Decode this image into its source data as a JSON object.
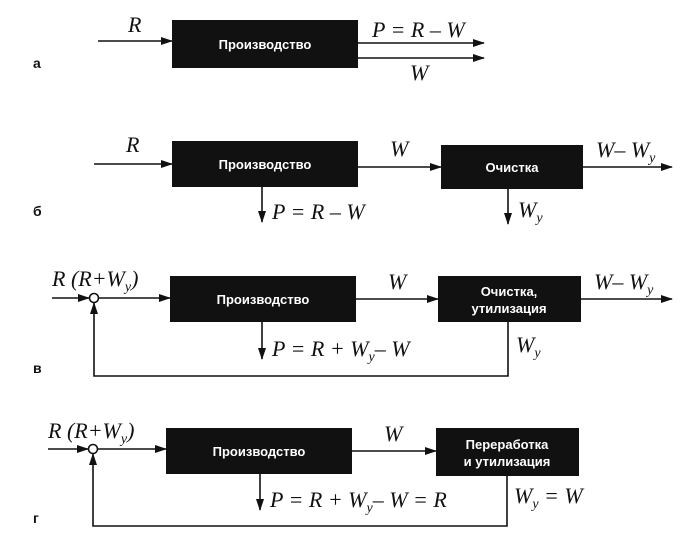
{
  "colors": {
    "box_fill": "#111111",
    "box_text": "#ffffff",
    "line": "#111111",
    "background": "#ffffff"
  },
  "boxes": {
    "production": "Производство",
    "cleaning": "Очистка",
    "cleaning_util_1": "Очистка,",
    "cleaning_util_2": "утилизация",
    "processing_1": "Переработка",
    "processing_2": "и утилизация"
  },
  "panels": {
    "a": {
      "tag": "а",
      "in_label": "R",
      "out_top_label": "P = R – W",
      "out_bottom_label": "W"
    },
    "b": {
      "tag": "б",
      "in_label": "R",
      "mid_label": "W",
      "down_label": "P = R – W",
      "out_label_main": "W– W",
      "out_label_sub": "y",
      "wy_main": "W",
      "wy_sub": "y"
    },
    "v": {
      "tag": "в",
      "in_label_pre": "R (R+W",
      "in_label_sub": "y",
      "in_label_post": ")",
      "mid_label": "W",
      "down_pre": "P = R + W",
      "down_sub": "y",
      "down_post": "– W",
      "out_label_main": "W– W",
      "out_label_sub": "y",
      "wy_main": "W",
      "wy_sub": "y"
    },
    "g": {
      "tag": "г",
      "in_label_pre": "R (R+W",
      "in_label_sub": "y",
      "in_label_post": ")",
      "mid_label": "W",
      "down_pre": "P = R + W",
      "down_sub": "y",
      "down_post": "– W = R",
      "wy_main": "W",
      "wy_sub": "y",
      "wy_post": " = W"
    }
  }
}
